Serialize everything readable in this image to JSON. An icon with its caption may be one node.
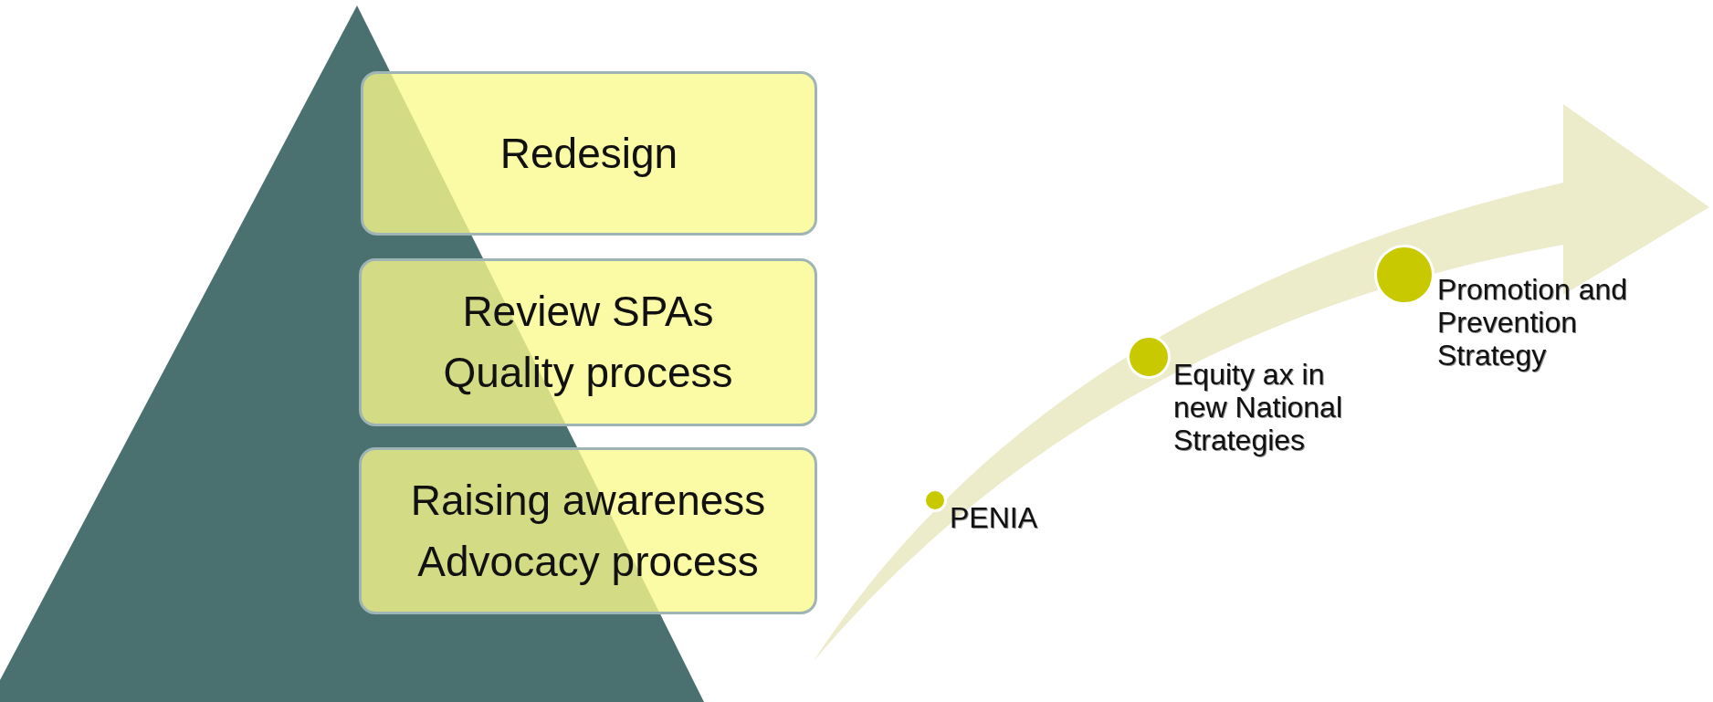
{
  "diagram": {
    "nodes": [
      {
        "text": [
          "Redesign"
        ]
      },
      {
        "text": [
          "Review SPAs",
          "Quality process"
        ]
      },
      {
        "text": [
          "Raising awareness",
          "Advocacy process"
        ]
      },
      {
        "text": [],
        "shape": "circle",
        "beside": [
          "PENIA"
        ]
      },
      {
        "text": [],
        "shape": "circle",
        "beside": [
          "Equity ax in new National Strategies"
        ]
      },
      {
        "text": [],
        "shape": "circle",
        "beside": [
          "Promotion and Prevention Strategy"
        ]
      }
    ]
  }
}
